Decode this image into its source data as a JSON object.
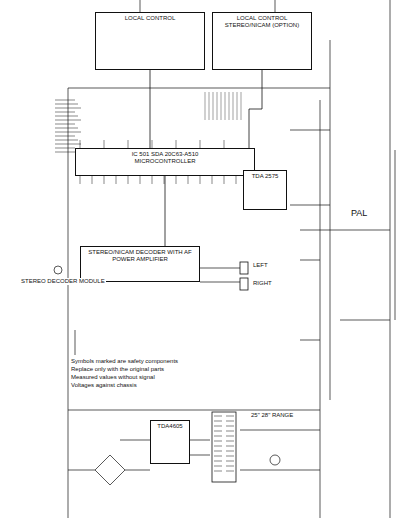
{
  "diagram": {
    "nodes": [
      {
        "text": [
          "LOCAL CONTROL"
        ]
      },
      {
        "text": [
          "LOCAL CONTROL",
          "STEREO/NICAM (OPTION)"
        ]
      },
      {
        "text": [
          "IC 501 SDA 20C63-A510",
          "MICROCONTROLLER"
        ]
      },
      {
        "text": [
          "TDA 2575"
        ]
      },
      {
        "text": [
          "STEREO/NICAM DECODER WITH AF POWER AMPLIFIER"
        ]
      },
      {
        "text": [
          "TDA4605"
        ]
      }
    ],
    "edges": [
      {
        "from": 0,
        "to": 2,
        "arrow": "none"
      },
      {
        "from": 1,
        "to": 2,
        "arrow": "none"
      },
      {
        "from": 2,
        "to": 3,
        "arrow": "none"
      },
      {
        "from": 2,
        "to": 4,
        "arrow": "none"
      }
    ],
    "labels": [
      "PAL",
      "LEFT",
      "RIGHT",
      "STEREO DECODER MODULE",
      "Symbols marked are safety components",
      "Replace only with the original parts",
      "Measured values without signal",
      "Voltages against chassis",
      "25\" 28\" RANGE"
    ]
  }
}
